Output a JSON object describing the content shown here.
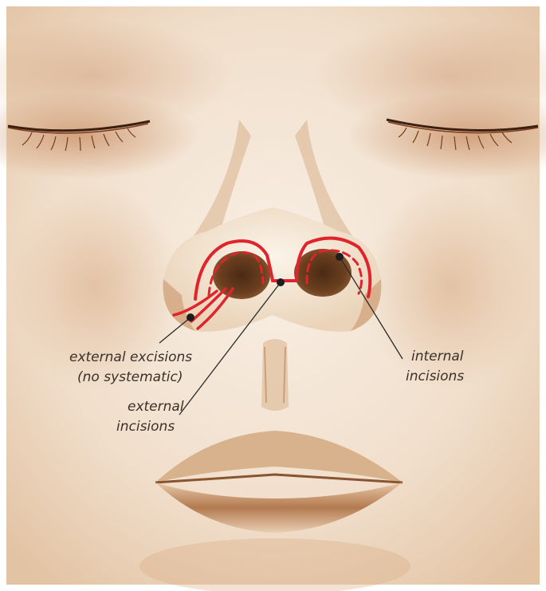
{
  "illustration": {
    "colors": {
      "skin_light": "#f6ede2",
      "skin_mid": "#e8cdb0",
      "skin_shadow": "#b97e4f",
      "skin_dark": "#7a4a25",
      "incision_red": "#e0242b",
      "leader_line": "#2a2a2a"
    },
    "labels": {
      "external_excisions_line1": "external excisions",
      "external_excisions_line2": "(no systematic)",
      "external_incisions_line1": "external",
      "external_incisions_line2": "incisions",
      "internal_incisions_line1": "internal",
      "internal_incisions_line2": "incisions"
    }
  }
}
